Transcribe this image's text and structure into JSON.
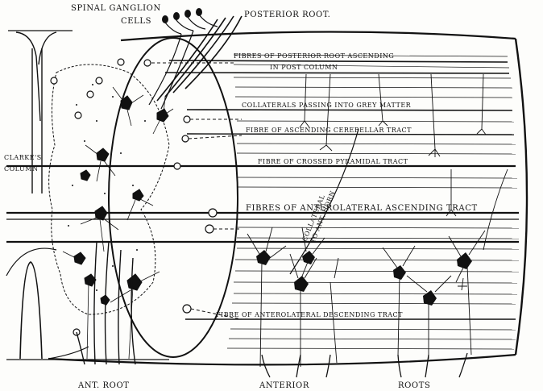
{
  "labels": {
    "spinal_ganglion_line1": "SPINAL GANGLION",
    "spinal_ganglion_line2": "CELLS",
    "posterior_root": "POSTERIOR ROOT.",
    "fibres_posterior_line1": "FIBRES OF POSTERIOR ROOT ASCENDING",
    "fibres_posterior_line2": "IN POST COLUMN",
    "collaterals": "COLLATERALS PASSING INTO GREY MATTER",
    "fibre_cerebellar": "FIBRE OF ASCENDING CEREBELLAR TRACT",
    "fibre_pyramidal": "FIBRE OF CROSSED PYRAMIDAL TRACT",
    "fibres_anterolateral_asc": "FIBRES OF ANTEROLATERAL ASCENDING TRACT",
    "fibre_anterolateral_desc": "FIBRE OF ANTEROLATERAL DESCENDING TRACT",
    "clarkes_line1": "CLARKE'S",
    "clarkes_line2": "COLUMN",
    "collateral_line1": "COLLATERAL",
    "collateral_line2": "TO ANT. HORN",
    "ant_root": "ANT. ROOT",
    "anterior": "ANTERIOR",
    "roots": "ROOTS"
  },
  "colors": {
    "ink": "#111111",
    "paper": "#fdfdfb"
  }
}
